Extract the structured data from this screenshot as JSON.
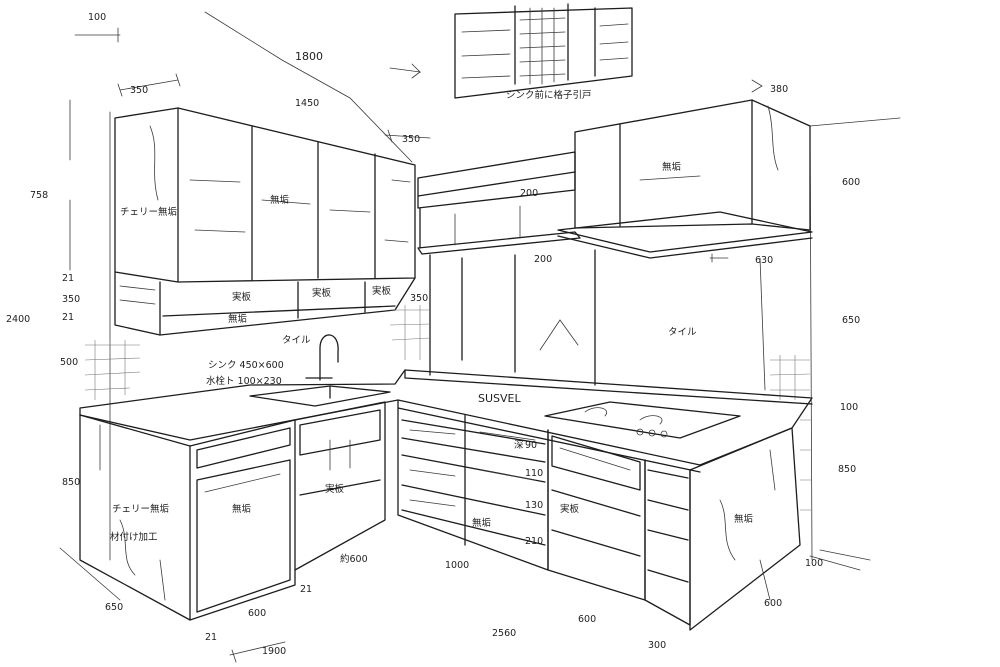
{
  "dimensions": {
    "d100_top": "100",
    "d1800": "1800",
    "d350_left": "350",
    "d1450": "1450",
    "d350_mid": "350",
    "d380": "380",
    "d758": "758",
    "d600_right": "600",
    "d21a": "21",
    "d350_v": "350",
    "d21b": "21",
    "d2400": "2400",
    "d500": "500",
    "d650_right": "650",
    "d200_a": "200",
    "d200_b": "200",
    "d630": "630",
    "d350_shelf": "350",
    "d100_right": "100",
    "d850_left": "850",
    "d850_right": "850",
    "d650_floor": "650",
    "d600_floor_a": "600",
    "d21_floor": "21",
    "d21_floor_b": "21",
    "d1900": "1900",
    "d600_sink": "約600",
    "d1000": "1000",
    "d2560": "2560",
    "d600_floor_b": "600",
    "d300": "300",
    "d600_floor_c": "600",
    "d100_floor": "100",
    "drawer_90": "90",
    "drawer_110": "110",
    "drawer_130": "130",
    "drawer_210": "210"
  },
  "notes": {
    "inset_caption": "シンク前に格子引戸",
    "cherry_upper": "チェリー無垢",
    "muku_upper_a": "無垢",
    "muku_upper_b": "無垢",
    "jitaita_a": "実板",
    "jitaita_b": "実板",
    "jitaita_c": "実板",
    "muku_under": "無垢",
    "tile_left": "タイル",
    "tile_right": "タイル",
    "sink_spec": "シンク 450×600",
    "faucet_spec": "水栓ト 100×230",
    "counter_brand": "SUSVEL",
    "fuka": "深",
    "sink_shelf": "実板",
    "oven_shelf": "実板",
    "cherry_side_a": "チェリー無垢",
    "cherry_side_b": "材付け加工",
    "muku_dishwasher": "無垢",
    "muku_drawers": "無垢",
    "muku_end": "無垢"
  }
}
